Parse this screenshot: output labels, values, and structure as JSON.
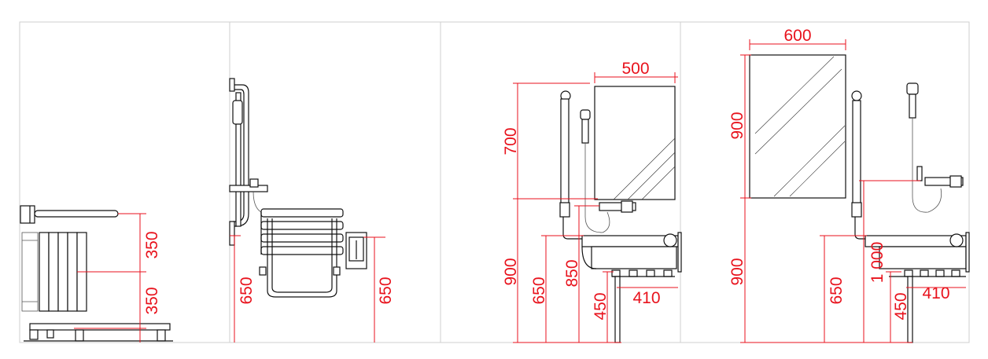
{
  "panels": [
    {
      "id": "p1",
      "dims": [
        "350",
        "350"
      ]
    },
    {
      "id": "p2",
      "dims": [
        "650",
        "650"
      ]
    },
    {
      "id": "p3",
      "dims": [
        "500",
        "700",
        "900",
        "650",
        "850",
        "450",
        "410"
      ]
    },
    {
      "id": "p4",
      "dims": [
        "600",
        "900",
        "900",
        "650",
        "1 000",
        "450",
        "410"
      ]
    }
  ],
  "colors": {
    "dimension": "#e8121c",
    "line": "#111111",
    "frame": "#cfcfcf"
  }
}
